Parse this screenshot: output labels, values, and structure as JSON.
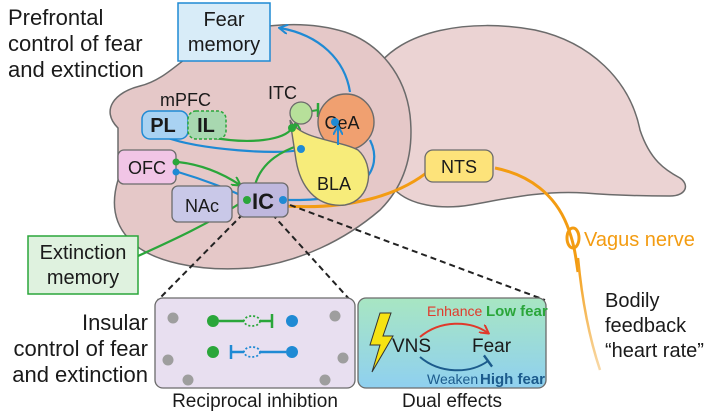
{
  "labels": {
    "prefrontal_line1": "Prefrontal",
    "prefrontal_line2": "control of fear",
    "prefrontal_line3": "and extinction",
    "fear_memory_line1": "Fear",
    "fear_memory_line2": "memory",
    "mpfc": "mPFC",
    "pl": "PL",
    "il": "IL",
    "itc": "ITC",
    "cea": "CeA",
    "bla": "BLA",
    "ofc": "OFC",
    "nac": "NAc",
    "ic": "IC",
    "nts": "NTS",
    "extinction_line1": "Extinction",
    "extinction_line2": "memory",
    "vagus": "Vagus nerve",
    "bodily_line1": "Bodily",
    "bodily_line2": "feedback",
    "bodily_line3": "“heart rate”",
    "insular_line1": "Insular",
    "insular_line2": "control of fear",
    "insular_line3": "and extinction",
    "reciprocal": "Reciprocal inhibtion",
    "dual": "Dual effects",
    "vns": "VNS",
    "fear": "Fear",
    "enhance": "Enhance",
    "weaken": "Weaken",
    "low_fear": "Low fear",
    "high_fear": "High fear"
  },
  "colors": {
    "brain_fill": "#e5c8c8",
    "cerebellum_fill": "#ebd3d3",
    "outline": "#6b6b6b",
    "green": "#2aa63a",
    "blue": "#1f8ad4",
    "orange": "#f39c12",
    "red": "#e0392b",
    "navy": "#1c5b8c",
    "fear_memory_box": "#d8ecf8",
    "extinction_box": "#dff2df",
    "pl_fill": "#a9d2f2",
    "il_fill": "#a8d8b0",
    "cea_fill": "#f0a070",
    "bla_fill": "#f7ec7a",
    "ofc_fill": "#f1c5e6",
    "nac_fill": "#c9c8e8",
    "ic_fill": "#bfb8de",
    "nts_fill": "#fde37a",
    "reciprocal_panel": "#e8dff0",
    "dual_panel_top": "#a8e6c2",
    "dual_panel_bottom": "#8fd0f0"
  },
  "icons": {
    "lightning": "lightning-bolt-icon",
    "neuron_dots": "gray-neuron-dot"
  }
}
